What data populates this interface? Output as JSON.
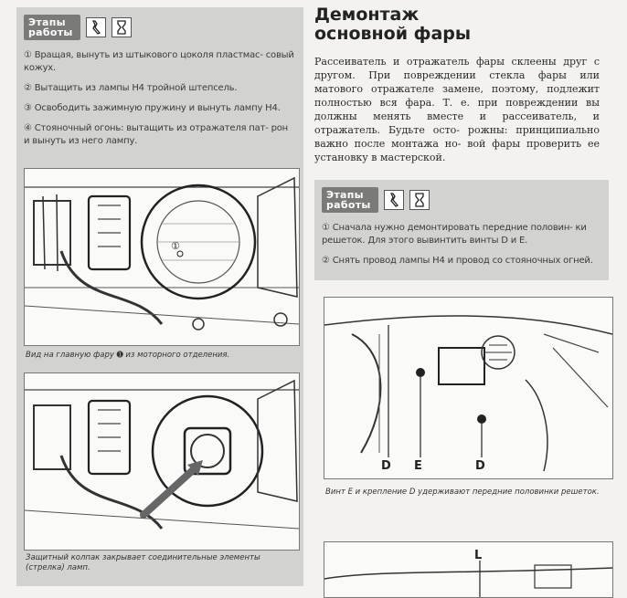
{
  "left": {
    "steps_tag": "Этапы работы",
    "tool_icons": [
      "wrench-icon",
      "lamp-icon"
    ],
    "steps": [
      "① Вращая, вынуть из штыкового цоколя пластмас- совый кожух.",
      "② Вытащить из лампы Н4 тройной штепсель.",
      "③ Освободить зажимную пружину и вынуть лампу Н4.",
      "④ Стояночный огонь: вытащить из отражателя пат- рон и вынуть из него лампу."
    ],
    "figure1_caption": "Вид на главную фару ➊ из моторного отделения.",
    "figure1_marker": "①",
    "figure2_caption": "Защитный колпак закрывает соединительные элементы (стрелка) ламп."
  },
  "right": {
    "title": "Демонтаж основной фары",
    "body": "Рассеиватель и отражатель фары склеены друг с другом. При повреждении стекла фары или матового отражателе замене, поэтому, подлежит полностью вся фара. Т. е. при повреждении вы должны менять вместе и рассеиватель, и отражатель. Будьте осто- рожны: принципиально важно после монтажа но- вой фары проверить ее установку в мастерской.",
    "steps_tag": "Этапы работы",
    "steps": [
      "① Сначала нужно демонтировать передние половин- ки решеток. Для этого вывинтить винты D и E.",
      "② Снять провод лампы Н4 и провод со стояночных огней."
    ],
    "figure_labels": [
      "D",
      "E",
      "D"
    ],
    "figure_caption": "Винт E и крепление D удерживают передние половинки решеток.",
    "figure2_label": "L"
  }
}
